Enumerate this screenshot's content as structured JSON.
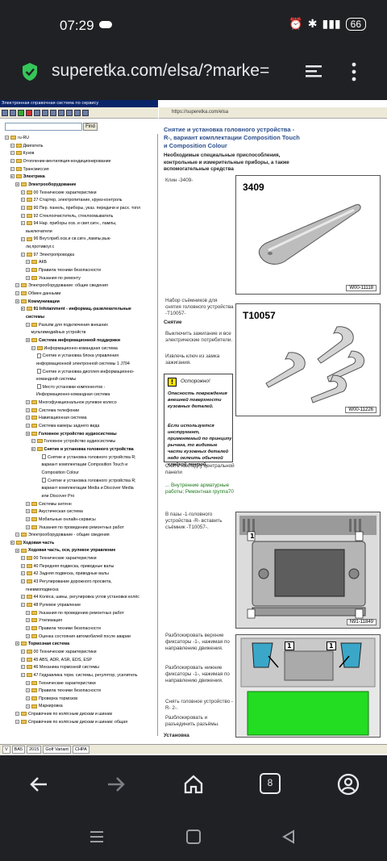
{
  "statusbar": {
    "time": "07:29",
    "battery": "66"
  },
  "browser": {
    "url": "superetka.com/elsa/?marke=",
    "tab_count": "8"
  },
  "app": {
    "title": "Электронная справочная система по сервису",
    "find_label": "Find",
    "frame_url": "https://superetka.com/elsa"
  },
  "tree": [
    {
      "label": "ru-RU",
      "lvl": 0,
      "ic": "ex"
    },
    {
      "label": "Двигатель",
      "lvl": 1,
      "ic": "fd"
    },
    {
      "label": "Кузов",
      "lvl": 1,
      "ic": "fd"
    },
    {
      "label": "Отопление-вентиляция-кондиционирование",
      "lvl": 1,
      "ic": "fd"
    },
    {
      "label": "Трансмиссия",
      "lvl": 1,
      "ic": "fd"
    },
    {
      "label": "Электрика",
      "lvl": 1,
      "ic": "fd",
      "b": true
    },
    {
      "label": "Электрооборудование",
      "lvl": 2,
      "ic": "fd",
      "b": true
    },
    {
      "label": "00 Технические характеристики",
      "lvl": 3,
      "ic": "fd"
    },
    {
      "label": "27 Стартер, электропитание, круиз-контроль",
      "lvl": 3,
      "ic": "fd"
    },
    {
      "label": "90 Пер. панель, приборы, указ. передачи и расх. топл",
      "lvl": 3,
      "ic": "fd"
    },
    {
      "label": "92 Стеклоочиститель, стеклоомыватель",
      "lvl": 3,
      "ic": "fd"
    },
    {
      "label": "94 Нар. приборы осв. и свет.сигн., лампы,",
      "lvl": 3,
      "ic": "fd"
    },
    {
      "label": "выключатели",
      "lvl": 4,
      "ic": ""
    },
    {
      "label": "96 Внут.приб.осв.и св.сигн.,лампы,вык-",
      "lvl": 3,
      "ic": "fd"
    },
    {
      "label": "ли,противоуг.с",
      "lvl": 4,
      "ic": ""
    },
    {
      "label": "97 Электропроводка",
      "lvl": 3,
      "ic": "fd"
    },
    {
      "label": "АКБ",
      "lvl": 4,
      "ic": "fd"
    },
    {
      "label": "Правила техники безопасности",
      "lvl": 4,
      "ic": "fd"
    },
    {
      "label": "Указания по ремонту",
      "lvl": 4,
      "ic": "fd"
    },
    {
      "label": "Электрооборудование: общие сведения",
      "lvl": 2,
      "ic": "fd"
    },
    {
      "label": "Обмен данными",
      "lvl": 2,
      "ic": "fd"
    },
    {
      "label": "Коммуникации",
      "lvl": 2,
      "ic": "fd",
      "b": true
    },
    {
      "label": "91 Infotainment - информац.-развлекательные",
      "lvl": 3,
      "ic": "fd",
      "b": true
    },
    {
      "label": "системы",
      "lvl": 4,
      "ic": "",
      "b": true
    },
    {
      "label": "Разъём для подключения внешних",
      "lvl": 4,
      "ic": "fd"
    },
    {
      "label": "мультимедийных устройств",
      "lvl": 5,
      "ic": ""
    },
    {
      "label": "Система информационной поддержки",
      "lvl": 4,
      "ic": "fd",
      "b": true
    },
    {
      "label": "Информационно-командная система",
      "lvl": 5,
      "ic": "fd"
    },
    {
      "label": "Снятие и установка блока управления",
      "lvl": 5,
      "ic": "dc"
    },
    {
      "label": "информационной электронной системы 1 J794",
      "lvl": 6,
      "ic": ""
    },
    {
      "label": "Снятие и установка дисплея информационно-",
      "lvl": 5,
      "ic": "dc"
    },
    {
      "label": "командной системы",
      "lvl": 6,
      "ic": ""
    },
    {
      "label": "Место установки компонентов -",
      "lvl": 5,
      "ic": "dc"
    },
    {
      "label": "Информационно-командная система",
      "lvl": 6,
      "ic": ""
    },
    {
      "label": "Многофункциональное рулевое колесо",
      "lvl": 4,
      "ic": "fd"
    },
    {
      "label": "Система телефонии",
      "lvl": 4,
      "ic": "fd"
    },
    {
      "label": "Навигационная система",
      "lvl": 4,
      "ic": "fd"
    },
    {
      "label": "Система камеры заднего вида",
      "lvl": 4,
      "ic": "fd"
    },
    {
      "label": "Головное устройство аудиосистемы",
      "lvl": 4,
      "ic": "fd",
      "b": true
    },
    {
      "label": "Головное устройство аудиосистемы",
      "lvl": 5,
      "ic": "fd"
    },
    {
      "label": "Снятие и установка головного устройства",
      "lvl": 5,
      "ic": "fd",
      "b": true
    },
    {
      "label": "Снятие и установка головного устройства R;",
      "lvl": 6,
      "ic": "dc"
    },
    {
      "label": "вариант комплектации Composition Touch и",
      "lvl": 7,
      "ic": ""
    },
    {
      "label": "Composition Colour",
      "lvl": 7,
      "ic": ""
    },
    {
      "label": "Снятие и установка головного устройства R;",
      "lvl": 6,
      "ic": "dc"
    },
    {
      "label": "вариант комплектации Media и Discover Media",
      "lvl": 7,
      "ic": ""
    },
    {
      "label": "или Discover Pro",
      "lvl": 7,
      "ic": ""
    },
    {
      "label": "Системы антенн",
      "lvl": 4,
      "ic": "fd"
    },
    {
      "label": "Акустическая система",
      "lvl": 4,
      "ic": "fd"
    },
    {
      "label": "Мобильные онлайн-сервисы",
      "lvl": 4,
      "ic": "fd"
    },
    {
      "label": "Указания по проведению ремонтных работ",
      "lvl": 4,
      "ic": "fd"
    },
    {
      "label": "Электрооборудование - общие сведения",
      "lvl": 2,
      "ic": "fd"
    },
    {
      "label": "Ходовая часть",
      "lvl": 1,
      "ic": "fd",
      "b": true
    },
    {
      "label": "Ходовая часть, оси, рулевое управление",
      "lvl": 2,
      "ic": "fd",
      "b": true
    },
    {
      "label": "00 Технические характеристики",
      "lvl": 3,
      "ic": "fd"
    },
    {
      "label": "40 Передняя подвеска, приводные валы",
      "lvl": 3,
      "ic": "fd"
    },
    {
      "label": "42 Задняя подвеска, приводные валы",
      "lvl": 3,
      "ic": "fd"
    },
    {
      "label": "43 Регулирование дорожного просвета,",
      "lvl": 3,
      "ic": "fd"
    },
    {
      "label": "пневмоподвеска",
      "lvl": 4,
      "ic": ""
    },
    {
      "label": "44 Колёса, шины, регулировка углов установки колёс",
      "lvl": 3,
      "ic": "fd"
    },
    {
      "label": "48 Рулевое управление",
      "lvl": 3,
      "ic": "fd"
    },
    {
      "label": "Указания по проведению ремонтных работ",
      "lvl": 4,
      "ic": "fd"
    },
    {
      "label": "Утилизация",
      "lvl": 4,
      "ic": "fd"
    },
    {
      "label": "Правила техники безопасности",
      "lvl": 4,
      "ic": "fd"
    },
    {
      "label": "Оценка состояния автомобилей после аварии",
      "lvl": 4,
      "ic": "fd"
    },
    {
      "label": "Тормозная система",
      "lvl": 2,
      "ic": "fd",
      "b": true
    },
    {
      "label": "00 Технические характеристики",
      "lvl": 3,
      "ic": "fd"
    },
    {
      "label": "45 ABS, ADR, ASR, EDS, ESP",
      "lvl": 3,
      "ic": "fd"
    },
    {
      "label": "46 Механика тормозной системы",
      "lvl": 3,
      "ic": "fd"
    },
    {
      "label": "47 Гидравлика торм. системы, регулятор, усилитель",
      "lvl": 3,
      "ic": "fd"
    },
    {
      "label": "Технические характеристики",
      "lvl": 4,
      "ic": "fd"
    },
    {
      "label": "Правила техники безопасности",
      "lvl": 4,
      "ic": "fd"
    },
    {
      "label": "Проверка тормозов",
      "lvl": 4,
      "ic": "fd"
    },
    {
      "label": "Маркировка",
      "lvl": 4,
      "ic": "fd"
    },
    {
      "label": "Справочник по колёсным дискам и шинам",
      "lvl": 2,
      "ic": "fd"
    },
    {
      "label": "Справочник по колёсным дискам и шинам: общая",
      "lvl": 2,
      "ic": "fd"
    }
  ],
  "bottombar": [
    "V",
    "BA5",
    "2015",
    "Golf Variant",
    "CHPA"
  ],
  "doc": {
    "title": "Снятие и установка головного устройства -R-, вариант комплектации Composition Touch и Composition Colour",
    "subtitle": "Необходимые специальные приспособления, контрольные и измерительные приборы, а также вспомогательные средства",
    "tool1": "Клин -3409-",
    "tool2": "Набор съёмников для снятия головного устройства -T10057-",
    "removal_head": "Снятие",
    "step1": "Выключить зажигание и все электрические потребители.",
    "step2": "Извлечь ключ из замка зажигания.",
    "warn_title": "Осторожно!",
    "warn_body": "Опасность повреждения внешней поверхности кузовных деталей.",
    "warn_body2": "Если используется инструмент, применяемый по принципу рычага, то видимые части кузовных деталей надо оклеить обычной клейкой лентой.",
    "step3": "Снять накладку центральной панели",
    "step3_link": "... Внутренние арматурные работы; Ремонтная группа70",
    "step4": "В пазы -1-головного устройства -R- вставить съёмник -T10057-.",
    "step5": "Разблокировать верхние фиксаторы -1-, нажимая по направлению движения.",
    "step6": "Разблокировать нижние фиксаторы -1-, нажимая по направлению движения.",
    "step7": "Снять головное устройство -R- 2-.",
    "step8": "Разблокировать и разъединить разъёмы.",
    "next_head": "Установка"
  },
  "figures": [
    {
      "id": "3409",
      "code": "W00-11118"
    },
    {
      "id": "T10057",
      "code": "W00-11226"
    },
    {
      "id": "",
      "code": "N91-11849",
      "callout": "1"
    },
    {
      "id": "",
      "code": "",
      "callout": "1"
    }
  ]
}
